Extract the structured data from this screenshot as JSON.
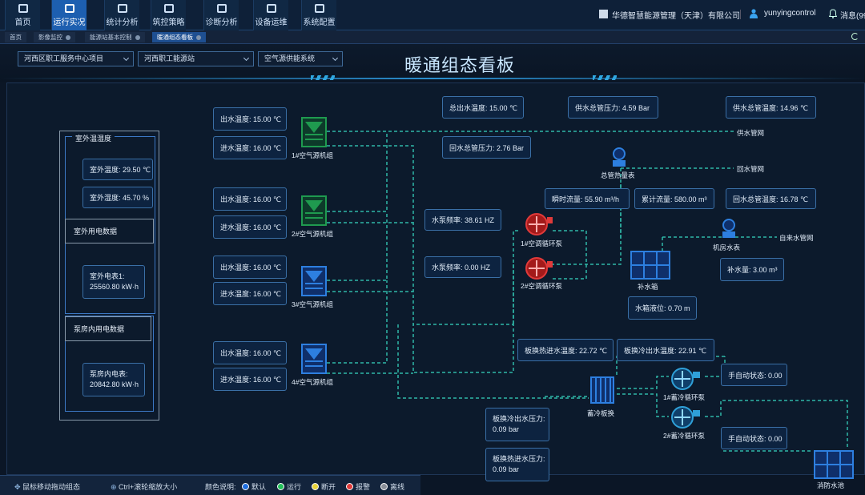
{
  "nav": {
    "items": [
      {
        "label": "首页",
        "active": false
      },
      {
        "label": "运行实况",
        "active": true
      },
      {
        "label": "统计分析",
        "active": false
      },
      {
        "label": "筑控策略",
        "active": false
      },
      {
        "label": "诊断分析",
        "active": false
      },
      {
        "label": "设备运维",
        "active": false
      },
      {
        "label": "系统配置",
        "active": false
      }
    ],
    "company": "华德智慧能源管理（天津）有限公司",
    "user": "yunyingcontrol",
    "messages": "消息(99"
  },
  "tabs": [
    {
      "label": "首页",
      "active": false
    },
    {
      "label": "影像监控",
      "active": false
    },
    {
      "label": "能源站基本控制",
      "active": false
    },
    {
      "label": "暖通组态看板",
      "active": true
    }
  ],
  "filters": {
    "project": "河西区职工服务中心项目",
    "station": "河西职工能源站",
    "system": "空气源供能系统"
  },
  "title": "暖通组态看板",
  "env": {
    "temp_humidity_title": "室外温湿度",
    "outdoor_temp": "室外温度: 29.50 ℃",
    "outdoor_humidity": "室外湿度: 45.70 %",
    "outdoor_power_title": "室外用电数据",
    "outdoor_meter_label": "室外电表1:",
    "outdoor_meter_value": "25560.80 kW·h",
    "pump_power_title": "泵房内用电数据",
    "pump_meter_label": "泵房内电表:",
    "pump_meter_value": "20842.80 kW·h"
  },
  "units": [
    {
      "name": "1#空气源机组",
      "out_temp": "出水温度: 15.00 ℃",
      "in_temp": "进水温度: 16.00 ℃",
      "color": "#1f9a4f"
    },
    {
      "name": "2#空气源机组",
      "out_temp": "出水温度: 16.00 ℃",
      "in_temp": "进水温度: 16.00 ℃",
      "color": "#1f9a4f"
    },
    {
      "name": "3#空气源机组",
      "out_temp": "出水温度: 16.00 ℃",
      "in_temp": "进水温度: 16.00 ℃",
      "color": "#2d7fe0"
    },
    {
      "name": "4#空气源机组",
      "out_temp": "出水温度: 16.00 ℃",
      "in_temp": "进水温度: 16.00 ℃",
      "color": "#2d7fe0"
    }
  ],
  "readings": {
    "total_out_temp": "总出水温度: 15.00 ℃",
    "return_pressure": "回水总管压力: 2.76 Bar",
    "supply_pressure": "供水总管压力: 4.59 Bar",
    "supply_temp": "供水总管温度: 14.96 ℃",
    "instant_flow": "瞬时流量: 55.90 m³/h",
    "total_flow": "累计流量: 580.00 m³",
    "return_temp": "回水总管温度: 16.78 ℃",
    "pump_freq_1": "水泵频率: 38.61 HZ",
    "pump_freq_2": "水泵频率: 0.00 HZ",
    "makeup_water": "补水量: 3.00 m³",
    "tank_level": "水箱液位: 0.70 m",
    "hx_hot_in_temp": "板换热进水温度: 22.72 ℃",
    "hx_cold_out_temp": "板换冷出水温度: 22.91 ℃",
    "hx_cold_out_pressure_label": "板换冷出水压力:",
    "hx_cold_out_pressure_value": "0.09 bar",
    "hx_hot_in_pressure_label": "板换热进水压力:",
    "hx_hot_in_pressure_value": "0.09 bar",
    "auto_state_1": "手自动状态: 0.00",
    "auto_state_2": "手自动状态: 0.00"
  },
  "equipment": {
    "supply_main": "供水管网",
    "return_main": "回水管网",
    "main_meter": "总管热量表",
    "tap_water": "自来水管网",
    "room_meter": "机房水表",
    "ac_pump_1": "1#空调循环泵",
    "ac_pump_2": "2#空调循环泵",
    "makeup_tank": "补水箱",
    "storage_hx": "蓄冷板换",
    "storage_pump_1": "1#蓄冷循环泵",
    "storage_pump_2": "2#蓄冷循环泵",
    "fire_pool": "消防水池"
  },
  "legend": {
    "drag_hint": "鼠标移动拖动组态",
    "zoom_hint": "Ctrl+滚轮缩放大小",
    "color_title": "颜色说明:",
    "items": [
      {
        "label": "默认",
        "color": "#1f6fe0"
      },
      {
        "label": "运行",
        "color": "#22c05a"
      },
      {
        "label": "断开",
        "color": "#e8d23a"
      },
      {
        "label": "报警",
        "color": "#e03a3a"
      },
      {
        "label": "离线",
        "color": "#8a8f98"
      }
    ]
  }
}
